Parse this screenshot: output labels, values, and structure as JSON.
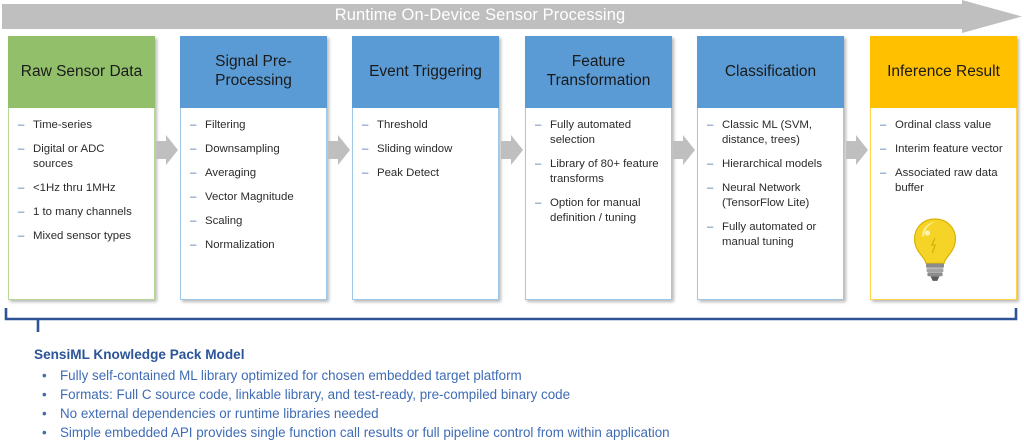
{
  "banner": {
    "label": "Runtime On-Device Sensor Processing",
    "color": "#bfbfbf",
    "text_color": "#ffffff",
    "icon": "right-arrow-banner"
  },
  "colors": {
    "green": "#92c06a",
    "blue": "#5b9bd5",
    "amber": "#ffc000",
    "connector_gray": "#bfbfbf",
    "footer_blue": "#3f6cb5",
    "footer_title_blue": "#2b5598",
    "bracket_blue": "#2e5496"
  },
  "pipeline": {
    "stages": [
      {
        "id": "raw-sensor-data",
        "title": "Raw Sensor Data",
        "accent": "green",
        "items": [
          "Time-series",
          "Digital or ADC sources",
          "<1Hz thru 1MHz",
          "1 to many channels",
          "Mixed sensor types"
        ]
      },
      {
        "id": "signal-pre-processing",
        "title": "Signal Pre-Processing",
        "accent": "blue",
        "items": [
          "Filtering",
          "Downsampling",
          "Averaging",
          "Vector Magnitude",
          "Scaling",
          "Normalization"
        ]
      },
      {
        "id": "event-triggering",
        "title": "Event Triggering",
        "accent": "blue",
        "items": [
          "Threshold",
          "Sliding window",
          "Peak Detect"
        ]
      },
      {
        "id": "feature-transformation",
        "title": "Feature Transformation",
        "accent": "blue",
        "items": [
          "Fully automated selection",
          "Library of 80+ feature transforms",
          "Option for manual definition / tuning"
        ]
      },
      {
        "id": "classification",
        "title": "Classification",
        "accent": "blue",
        "items": [
          "Classic ML (SVM, distance, trees)",
          "Hierarchical models",
          "Neural Network (TensorFlow Lite)",
          "Fully automated or manual tuning"
        ]
      },
      {
        "id": "inference-result",
        "title": "Inference Result",
        "accent": "amber",
        "items": [
          "Ordinal class value",
          "Interim feature vector",
          "Associated raw data buffer"
        ],
        "icon": "lightbulb-icon"
      }
    ],
    "bullet_marker": "–",
    "connector_icon": "chevron-right-icon"
  },
  "footer": {
    "title": "SensiML Knowledge Pack Model",
    "bullet_marker": "•",
    "items": [
      "Fully self-contained ML library optimized for chosen embedded target platform",
      "Formats: Full C source code, linkable library, and test-ready, pre-compiled binary code",
      "No external dependencies or runtime libraries needed",
      "Simple embedded API provides single function call results or full pipeline control from within application"
    ]
  }
}
